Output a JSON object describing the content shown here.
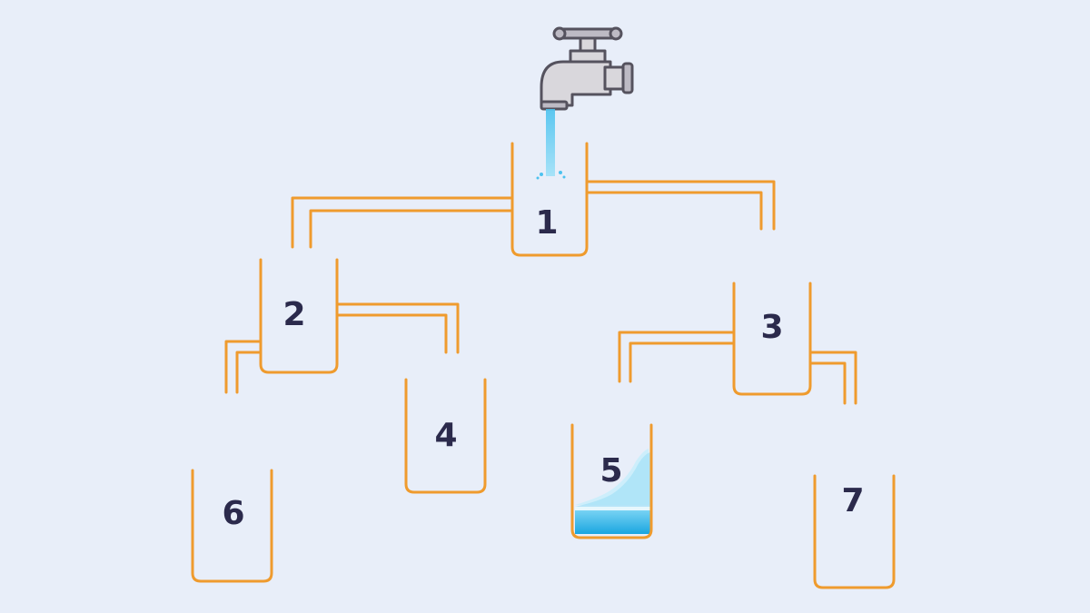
{
  "diagram": {
    "cups": [
      {
        "id": "cup-1",
        "label": "1"
      },
      {
        "id": "cup-2",
        "label": "2"
      },
      {
        "id": "cup-3",
        "label": "3"
      },
      {
        "id": "cup-4",
        "label": "4"
      },
      {
        "id": "cup-5",
        "label": "5"
      },
      {
        "id": "cup-6",
        "label": "6"
      },
      {
        "id": "cup-7",
        "label": "7"
      }
    ],
    "colors": {
      "background": "#e8eef9",
      "cup_outline": "#ef9b2e",
      "label": "#2b2a4c",
      "water": "#2fb8ec"
    },
    "icons": [
      "faucet-icon",
      "water-stream-icon",
      "water-fill-icon"
    ]
  }
}
